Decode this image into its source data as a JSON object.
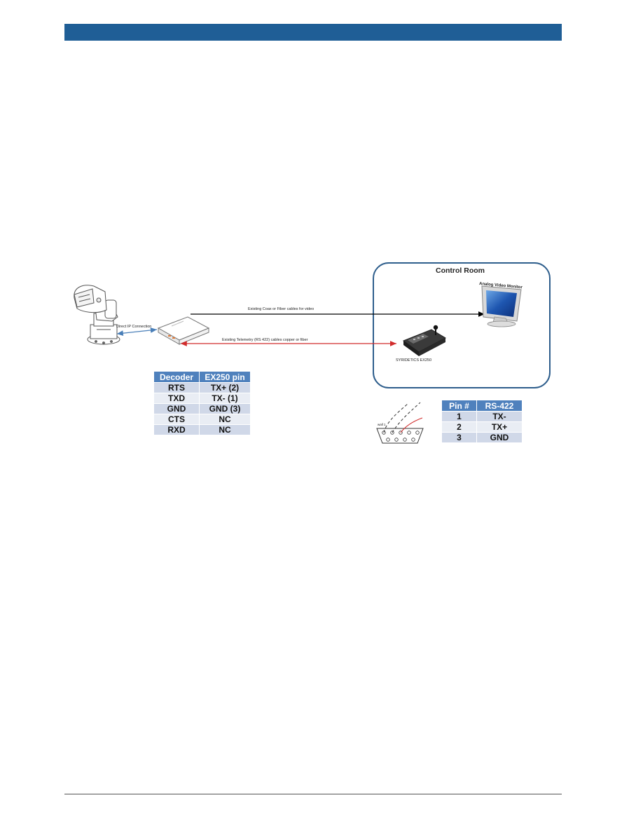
{
  "diagram": {
    "control_room_label": "Control Room",
    "monitor_label": "Analog Video Monitor",
    "keyboard_label": "SYRIDETICS EX250",
    "direct_ip_label": "Direct IP Connection",
    "video_cable_label": "Existing Coax or Fiber cables for video",
    "telemetry_cable_label": "Existing Telemetry (RS 422) cables copper or fiber",
    "connector_label": "wall 1"
  },
  "decoder_table": {
    "headers": [
      "Decoder",
      "EX250 pin"
    ],
    "rows": [
      [
        "RTS",
        "TX+ (2)"
      ],
      [
        "TXD",
        "TX- (1)"
      ],
      [
        "GND",
        "GND (3)"
      ],
      [
        "CTS",
        "NC"
      ],
      [
        "RXD",
        "NC"
      ]
    ]
  },
  "rs422_table": {
    "headers": [
      "Pin #",
      "RS-422"
    ],
    "rows": [
      [
        "1",
        "TX-"
      ],
      [
        "2",
        "TX+"
      ],
      [
        "3",
        "GND"
      ]
    ]
  },
  "colors": {
    "header_bar": "#1f5e96",
    "control_room_border": "#2e5e8c",
    "video_line": "#000000",
    "telemetry_line": "#d12c2c",
    "ip_line": "#4a7fb8",
    "table_header": "#4f81bd"
  }
}
